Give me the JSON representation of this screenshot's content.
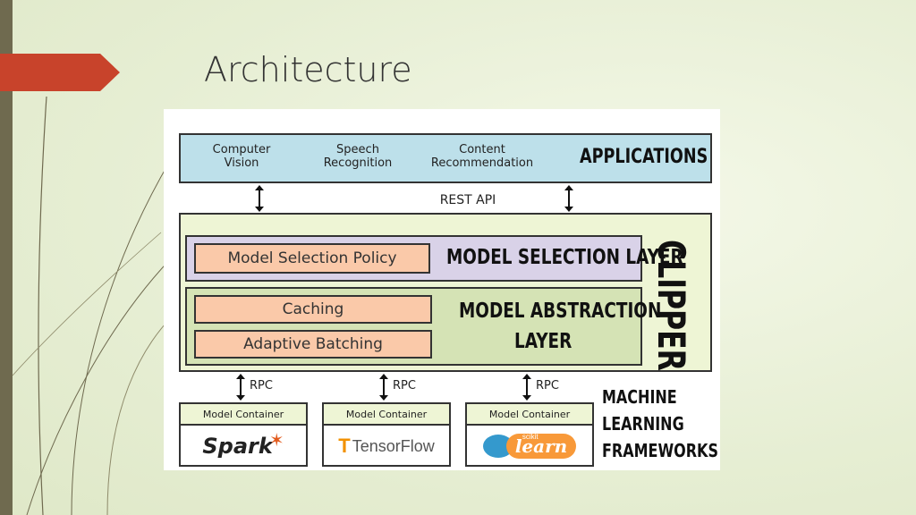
{
  "slide": {
    "title": "Architecture"
  },
  "diagram": {
    "applications": {
      "items": [
        "Computer\nVision",
        "Speech\nRecognition",
        "Content\nRecommendation"
      ],
      "layer_label": "APPLICATIONS"
    },
    "rest_api": "REST API",
    "clipper_label": "CLIPPER",
    "model_selection_layer": {
      "label": "MODEL SELECTION LAYER",
      "policy": "Model Selection Policy"
    },
    "model_abstraction_layer": {
      "label_line1": "MODEL  ABSTRACTION",
      "label_line2": "LAYER",
      "caching": "Caching",
      "batching": "Adaptive Batching"
    },
    "rpc_label": "RPC",
    "containers": [
      {
        "head": "Model Container",
        "logo": "Spark"
      },
      {
        "head": "Model Container",
        "logo": "TensorFlow"
      },
      {
        "head": "Model Container",
        "logo": "learn",
        "logo_small": "scikit"
      }
    ],
    "frameworks_label": [
      "MACHINE",
      "LEARNING",
      "FRAMEWORKS"
    ]
  }
}
